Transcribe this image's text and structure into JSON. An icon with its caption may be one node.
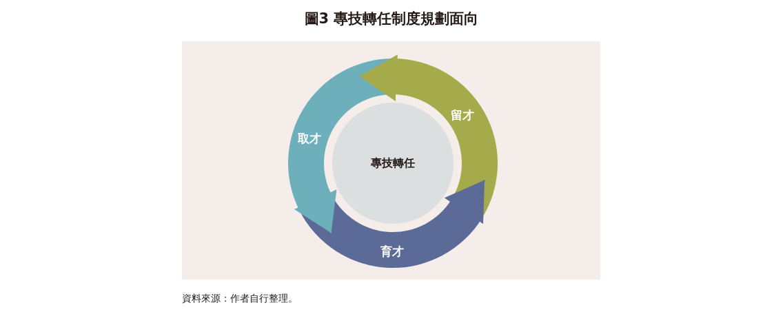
{
  "diagram": {
    "title": "圖3 專技轉任制度規劃面向",
    "nodes": [
      {
        "text": [
          "專技轉任"
        ]
      },
      {
        "text": [
          "取才"
        ]
      },
      {
        "text": [
          "育才"
        ]
      },
      {
        "text": [
          "留才"
        ]
      }
    ],
    "edges": [
      {
        "from": 1,
        "to": 2,
        "arrow": "to",
        "color": "#6db0bc"
      },
      {
        "from": 2,
        "to": 3,
        "arrow": "to",
        "color": "#5b6a96"
      },
      {
        "from": 3,
        "to": 1,
        "arrow": "to",
        "color": "#a5ab4a"
      }
    ],
    "labels": [
      "資料來源：作者自行整理。"
    ]
  }
}
